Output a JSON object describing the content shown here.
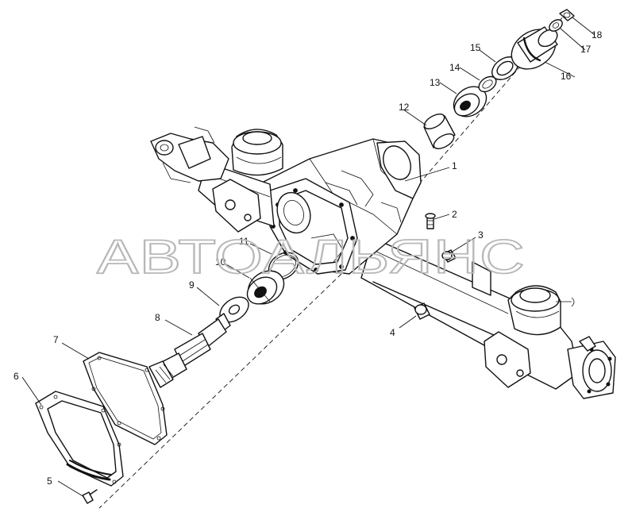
{
  "watermark": "АВТОАЛЬЯНС",
  "callouts": [
    {
      "id": "c1",
      "text": "1"
    },
    {
      "id": "c2",
      "text": "2"
    },
    {
      "id": "c3",
      "text": "3"
    },
    {
      "id": "c4",
      "text": "4"
    },
    {
      "id": "c5",
      "text": "5"
    },
    {
      "id": "c6",
      "text": "6"
    },
    {
      "id": "c7",
      "text": "7"
    },
    {
      "id": "c8",
      "text": "8"
    },
    {
      "id": "c9",
      "text": "9"
    },
    {
      "id": "c10",
      "text": "10"
    },
    {
      "id": "c11",
      "text": "11"
    },
    {
      "id": "c12",
      "text": "12"
    },
    {
      "id": "c13",
      "text": "13"
    },
    {
      "id": "c14",
      "text": "14"
    },
    {
      "id": "c15",
      "text": "15"
    },
    {
      "id": "c16",
      "text": "16"
    },
    {
      "id": "c17",
      "text": "17"
    },
    {
      "id": "c18",
      "text": "18"
    }
  ],
  "colors": {
    "line": "#111111",
    "watermark": "#b8b8b8",
    "background": "#ffffff"
  }
}
